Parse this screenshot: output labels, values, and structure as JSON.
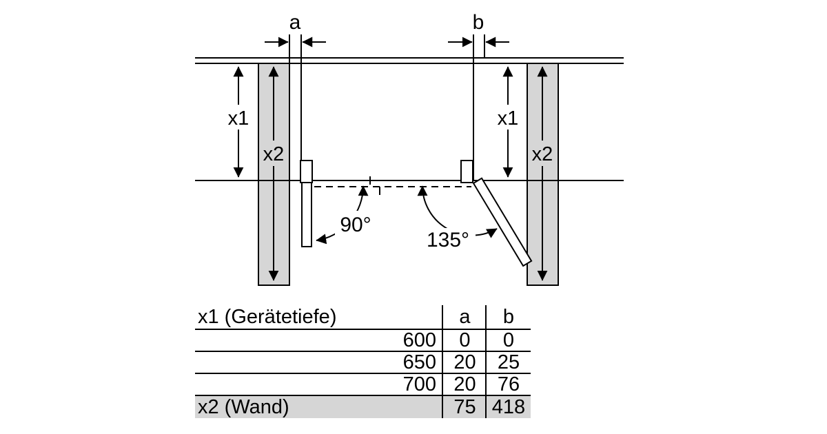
{
  "diagram": {
    "labels": {
      "dim_a": "a",
      "dim_b": "b",
      "x1_left": "x1",
      "x1_right": "x1",
      "x2_left": "x2",
      "x2_right": "x2",
      "angle_90": "90°",
      "angle_135": "135°"
    },
    "colors": {
      "wall_fill": "#d6d6d6",
      "line": "#000000"
    }
  },
  "table": {
    "header": [
      "x1 (Gerätetiefe)",
      "a",
      "b"
    ],
    "rows": [
      [
        "600",
        "0",
        "0"
      ],
      [
        "650",
        "20",
        "25"
      ],
      [
        "700",
        "20",
        "76"
      ],
      [
        "x2 (Wand)",
        "75",
        "418"
      ]
    ],
    "highlight_row_color": "#d6d6d6"
  }
}
